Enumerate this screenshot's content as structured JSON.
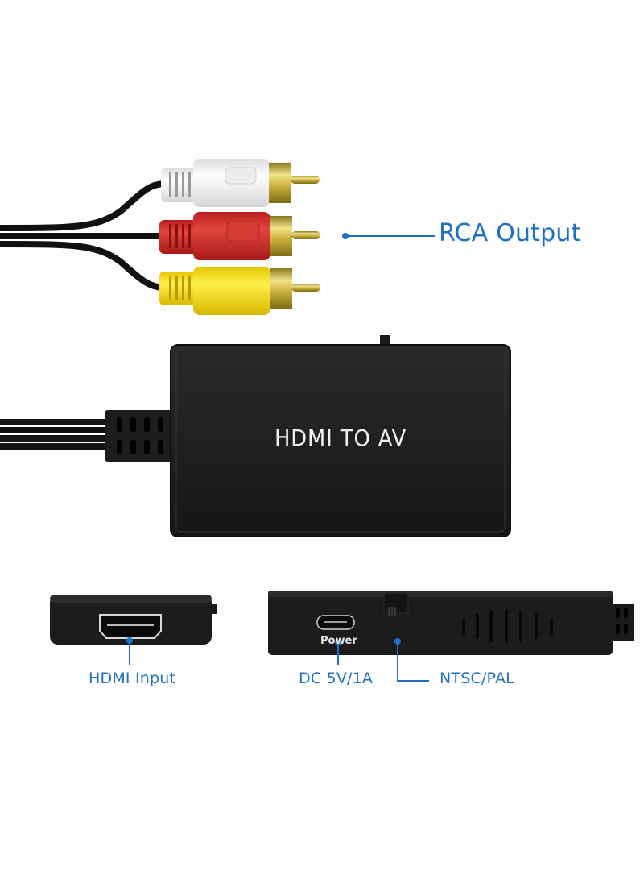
{
  "product": {
    "name_on_device": "HDMI TO AV",
    "power_port_label": "Power"
  },
  "callouts": {
    "rca_output": "RCA Output",
    "hdmi_input": "HDMI Input",
    "dc_power": "DC 5V/1A",
    "video_switch": "NTSC/PAL"
  },
  "colors": {
    "callout_blue": "#1f6fc4",
    "device_body": "#1c1c1c",
    "rca_white": "#f2f2f2",
    "rca_red": "#d8302c",
    "rca_yellow": "#f5dc1a",
    "gold_tip": "#c9b23a",
    "background": "#ffffff"
  }
}
